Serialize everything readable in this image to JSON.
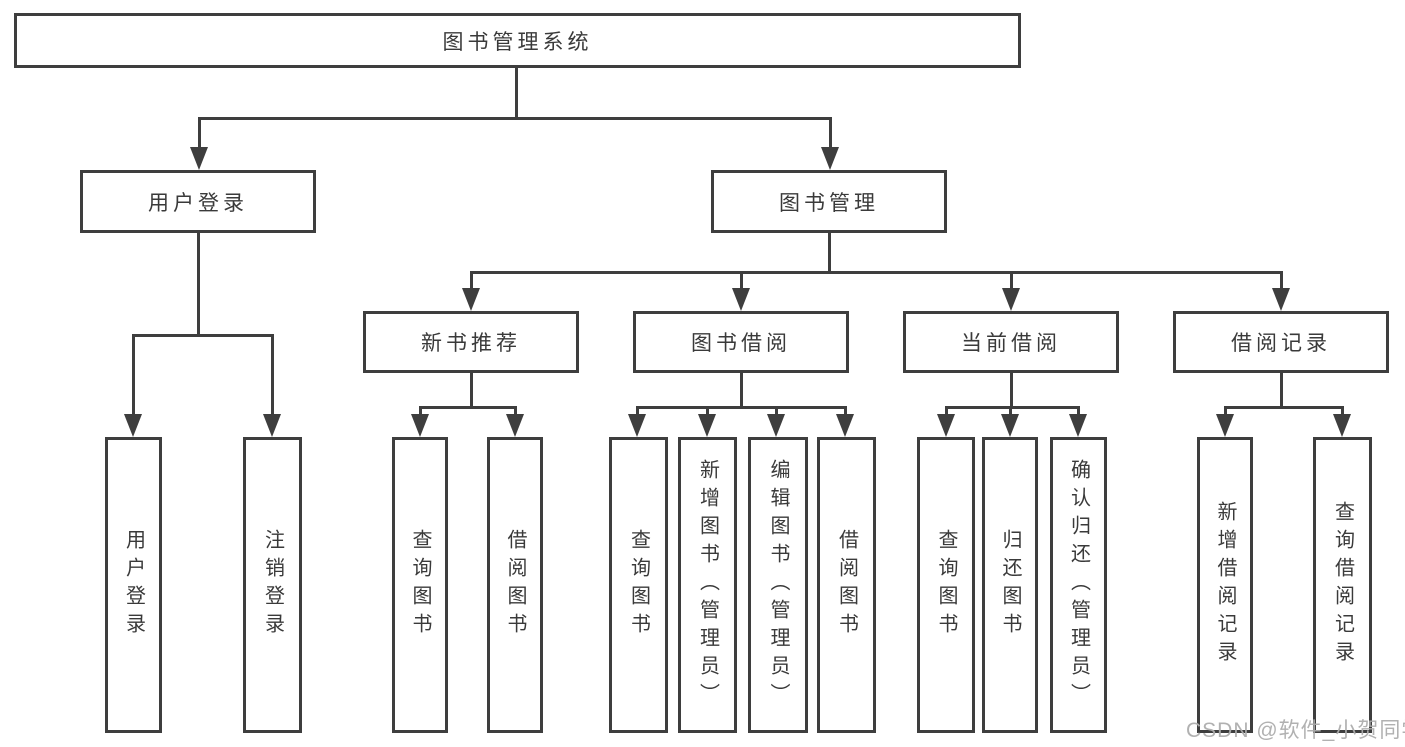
{
  "colors": {
    "line": "#3e3e3e",
    "text": "#3a3a3a",
    "background": "#ffffff",
    "watermark": "#adadad"
  },
  "tree": {
    "label": "图书管理系统",
    "children": [
      {
        "label": "用户登录",
        "children": [
          {
            "label": "用户登录"
          },
          {
            "label": "注销登录"
          }
        ]
      },
      {
        "label": "图书管理",
        "children": [
          {
            "label": "新书推荐",
            "children": [
              {
                "label": "查询图书"
              },
              {
                "label": "借阅图书"
              }
            ]
          },
          {
            "label": "图书借阅",
            "children": [
              {
                "label": "查询图书"
              },
              {
                "label": "新增图书（管理员）"
              },
              {
                "label": "编辑图书（管理员）"
              },
              {
                "label": "借阅图书"
              }
            ]
          },
          {
            "label": "当前借阅",
            "children": [
              {
                "label": "查询图书"
              },
              {
                "label": "归还图书"
              },
              {
                "label": "确认归还（管理员）"
              }
            ]
          },
          {
            "label": "借阅记录",
            "children": [
              {
                "label": "新增借阅记录"
              },
              {
                "label": "查询借阅记录"
              }
            ]
          }
        ]
      }
    ]
  },
  "watermark": {
    "text": "CSDN @软件_小贺同学"
  }
}
